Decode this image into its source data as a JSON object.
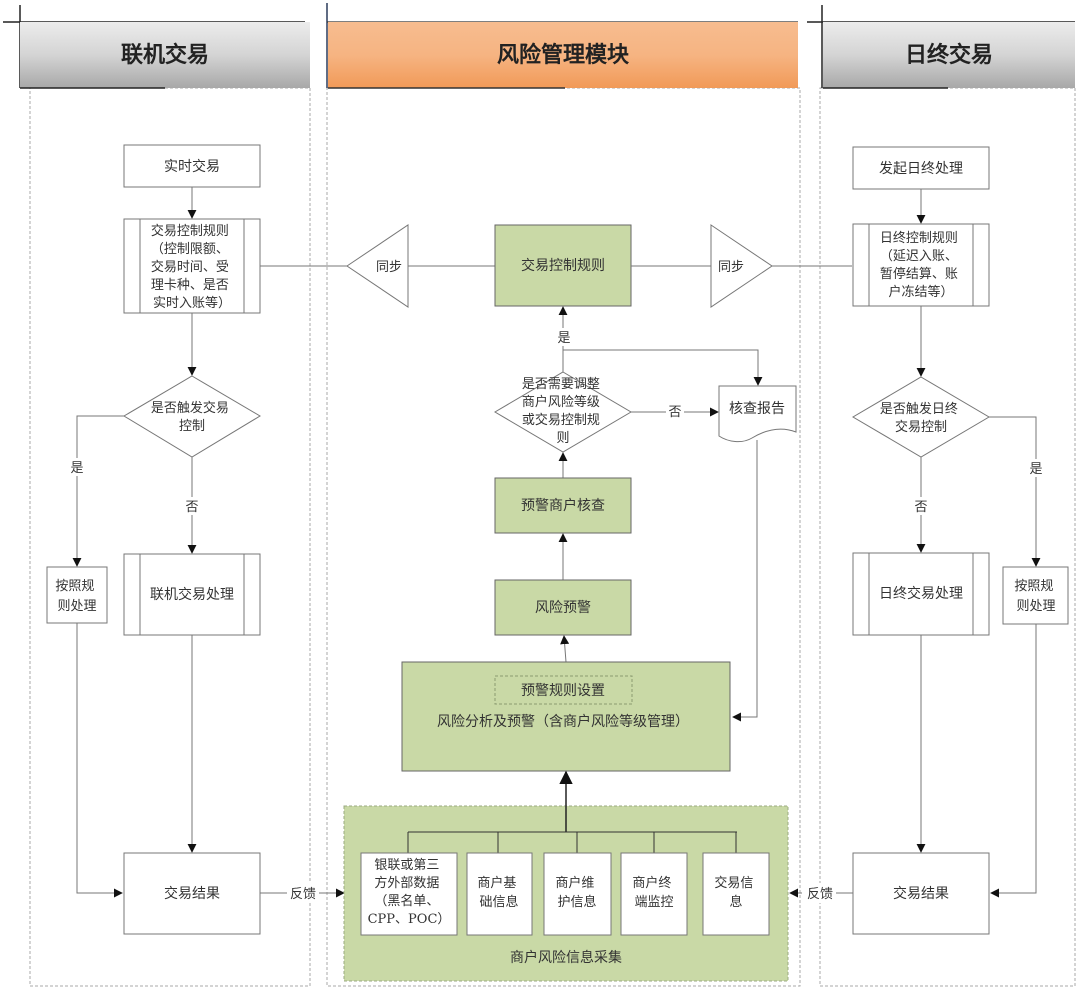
{
  "lanes": {
    "online": {
      "title": "联机交易"
    },
    "risk": {
      "title": "风险管理模块"
    },
    "eod": {
      "title": "日终交易"
    }
  },
  "colors": {
    "header_gray": "#b0b0b0",
    "header_orange": "#f4a46a",
    "green_fill": "#c9d9a6",
    "green_border": "#7a8f5a",
    "line": "#777777"
  },
  "online": {
    "start": "实时交易",
    "rules": [
      "交易控制规则",
      "（控制限额、",
      "交易时间、受",
      "理卡种、是否",
      "实时入账等）"
    ],
    "decision": [
      "是否触发交易",
      "控制"
    ],
    "yes": "是",
    "no": "否",
    "rule_process": [
      "按照规",
      "则处理"
    ],
    "process": "联机交易处理",
    "result": "交易结果",
    "feedback": "反馈"
  },
  "risk": {
    "sync_left": "同步",
    "sync_right": "同步",
    "rules": "交易控制规则",
    "yes": "是",
    "no": "否",
    "decision": [
      "是否需要调整",
      "商户风险等级",
      "或交易控制规",
      "则"
    ],
    "report": "核查报告",
    "check": "预警商户核查",
    "warning": "风险预警",
    "rule_setting": "预警规则设置",
    "analysis": "风险分析及预警（含商户风险等级管理）",
    "collect_title": "商户风险信息采集",
    "sources": [
      [
        "银联或第三",
        "方外部数据",
        "（黑名单、",
        "CPP、POC）"
      ],
      [
        "商户基",
        "础信息"
      ],
      [
        "商户维",
        "护信息"
      ],
      [
        "商户终",
        "端监控"
      ],
      [
        "交易信",
        "息"
      ]
    ]
  },
  "eod": {
    "start": "发起日终处理",
    "rules": [
      "日终控制规则",
      "（延迟入账、",
      "暂停结算、账",
      "户冻结等）"
    ],
    "decision": [
      "是否触发日终",
      "交易控制"
    ],
    "yes": "是",
    "no": "否",
    "rule_process": [
      "按照规",
      "则处理"
    ],
    "process": "日终交易处理",
    "result": "交易结果",
    "feedback": "反馈"
  }
}
